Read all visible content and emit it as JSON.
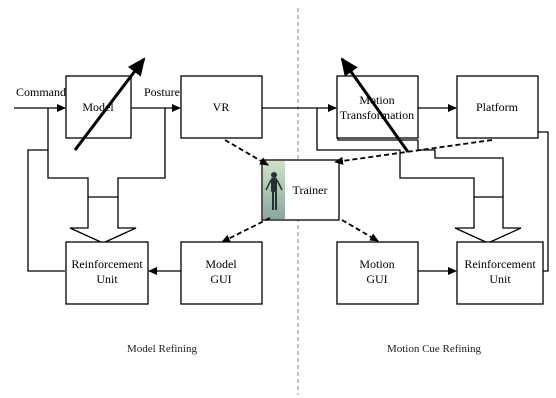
{
  "labels": {
    "command": "Command",
    "posture": "Posture",
    "model": "Model",
    "vr": "VR",
    "motion_transformation_1": "Motion",
    "motion_transformation_2": "Transformation",
    "platform": "Platform",
    "trainer": "Trainer",
    "left_reinforcement_1": "Reinforcement",
    "left_reinforcement_2": "Unit",
    "model_gui_1": "Model",
    "model_gui_2": "GUI",
    "motion_gui_1": "Motion",
    "motion_gui_2": "GUI",
    "right_reinforcement_1": "Reinforcement",
    "right_reinforcement_2": "Unit"
  },
  "sections": {
    "left": "Model Refining",
    "right": "Motion Cue Refining"
  }
}
